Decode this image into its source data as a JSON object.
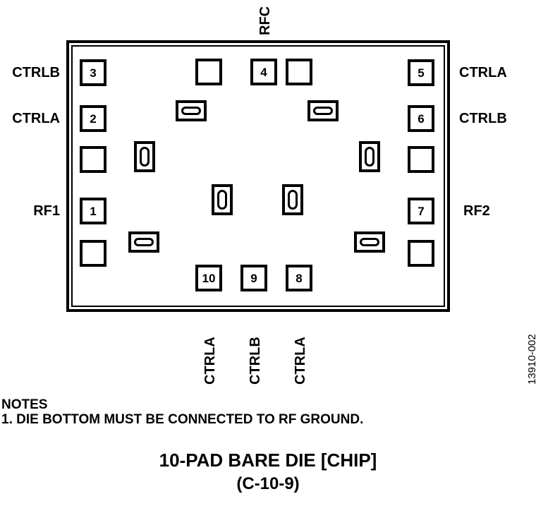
{
  "diagram": {
    "title_main": "10-PAD BARE DIE [CHIP]",
    "title_sub": "(C-10-9)",
    "doc_code": "13910-002",
    "notes": {
      "heading": "NOTES",
      "line1": "1. DIE BOTTOM MUST BE CONNECTED TO RF GROUND."
    },
    "pads": {
      "left": [
        {
          "number": "3",
          "label": "CTRLB"
        },
        {
          "number": "2",
          "label": "CTRLA"
        },
        {
          "number": "",
          "label": ""
        },
        {
          "number": "1",
          "label": "RF1"
        },
        {
          "number": "",
          "label": ""
        }
      ],
      "right": [
        {
          "number": "5",
          "label": "CTRLA"
        },
        {
          "number": "6",
          "label": "CTRLB"
        },
        {
          "number": "",
          "label": ""
        },
        {
          "number": "7",
          "label": "RF2"
        },
        {
          "number": "",
          "label": ""
        }
      ],
      "top": [
        {
          "number": "",
          "label": ""
        },
        {
          "number": "4",
          "label": "RFC"
        },
        {
          "number": "",
          "label": ""
        }
      ],
      "bottom": [
        {
          "number": "10",
          "label": "CTRLA"
        },
        {
          "number": "9",
          "label": "CTRLB"
        },
        {
          "number": "8",
          "label": "CTRLA"
        }
      ]
    },
    "bumps": [
      {
        "id": "bump-tl",
        "orientation": "horizontal"
      },
      {
        "id": "bump-tr",
        "orientation": "horizontal"
      },
      {
        "id": "bump-ml",
        "orientation": "vertical"
      },
      {
        "id": "bump-mr",
        "orientation": "vertical"
      },
      {
        "id": "bump-cl",
        "orientation": "vertical"
      },
      {
        "id": "bump-cr",
        "orientation": "vertical"
      },
      {
        "id": "bump-bl",
        "orientation": "horizontal"
      },
      {
        "id": "bump-br",
        "orientation": "horizontal"
      }
    ],
    "colors": {
      "ink": "#000000",
      "background": "#ffffff"
    }
  }
}
